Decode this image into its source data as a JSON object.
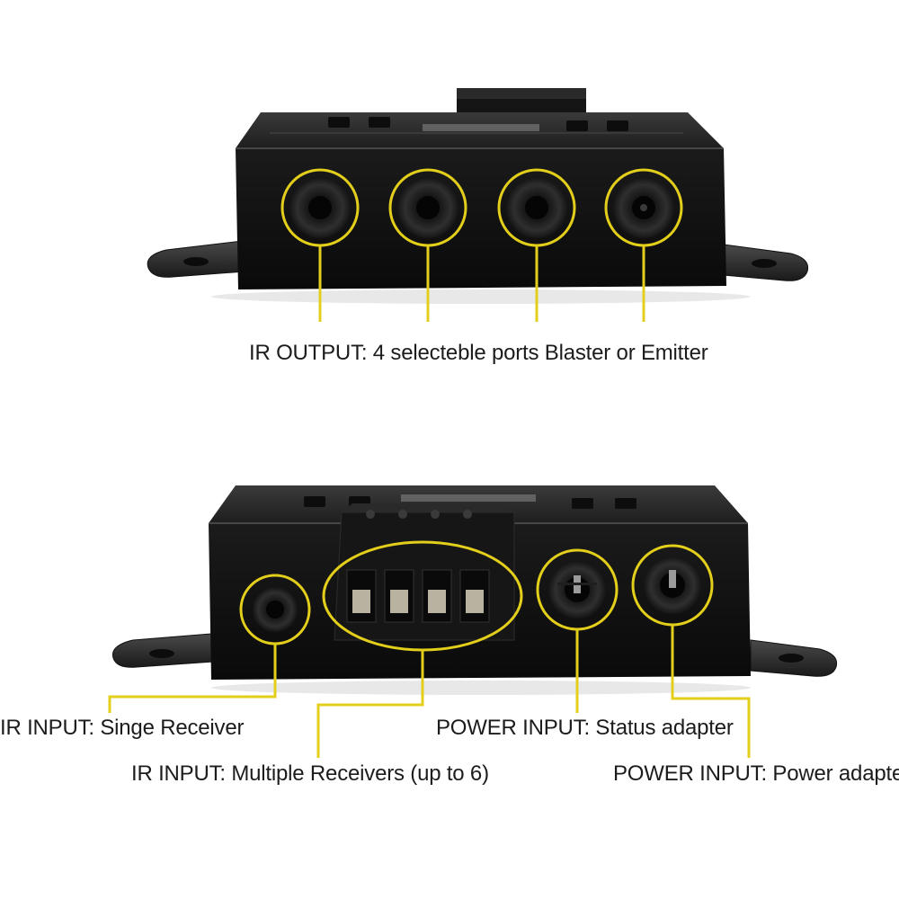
{
  "callout_color": "#e3cf1b",
  "labels": {
    "ir_output": "IR OUTPUT: 4 selecteble ports Blaster or Emitter",
    "ir_input_single": "IR INPUT: Singe Receiver",
    "ir_input_multiple": "IR INPUT: Multiple Receivers (up to 6)",
    "power_status": "POWER INPUT: Status adapter",
    "power_adapter": "POWER INPUT: Power adapter"
  }
}
